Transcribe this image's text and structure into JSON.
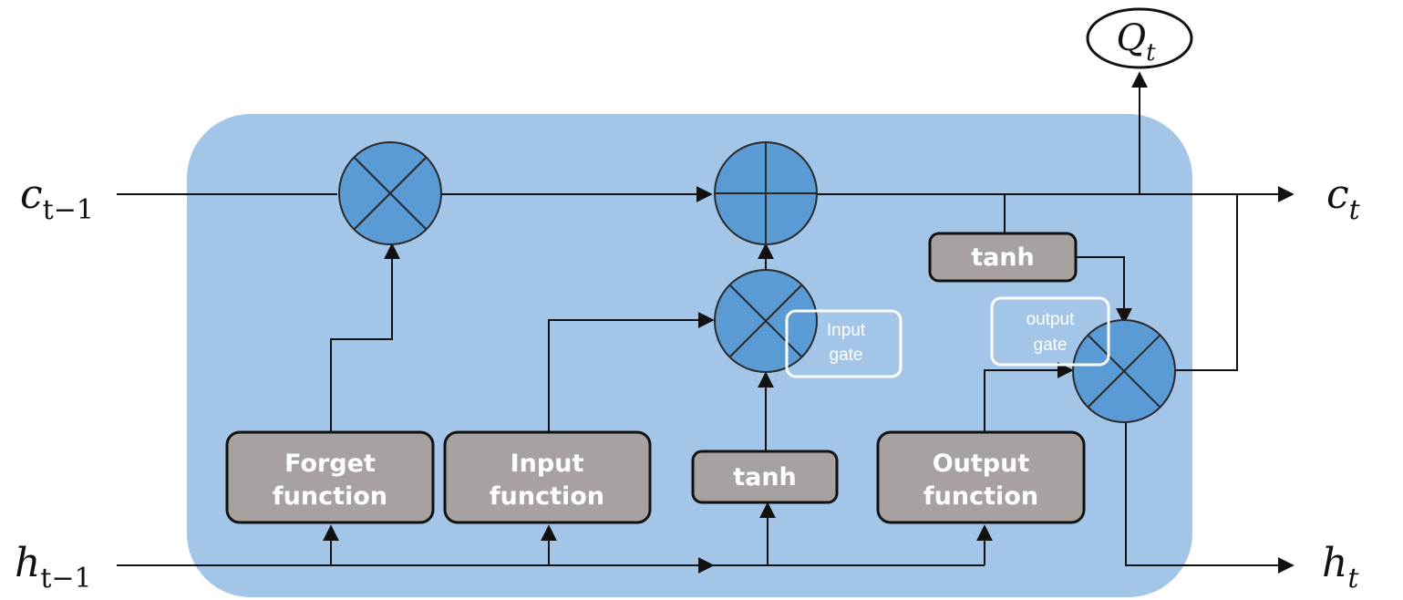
{
  "inputs": {
    "c_prev": {
      "base": "c",
      "sub": "t−1"
    },
    "h_prev": {
      "base": "h",
      "sub": "t−1"
    }
  },
  "outputs": {
    "c_t": {
      "base": "c",
      "sub": "t"
    },
    "h_t": {
      "base": "h",
      "sub": "t"
    },
    "q_t": {
      "base": "Q",
      "sub": "t"
    }
  },
  "boxes": {
    "forget": {
      "line1": "Forget",
      "line2": "function"
    },
    "input": {
      "line1": "Input",
      "line2": "function"
    },
    "tanh_mid": {
      "label": "tanh"
    },
    "output": {
      "line1": "Output",
      "line2": "function"
    },
    "tanh_top": {
      "label": "tanh"
    }
  },
  "gate_labels": {
    "input_gate": {
      "line1": "Input",
      "line2": "gate"
    },
    "output_gate": {
      "line1": "output",
      "line2": "gate"
    }
  },
  "colors": {
    "cell_background": "#a3c6e8",
    "operator_fill": "#5a9bd5",
    "function_box_fill": "#a7a2a0",
    "wire": "#111111"
  }
}
